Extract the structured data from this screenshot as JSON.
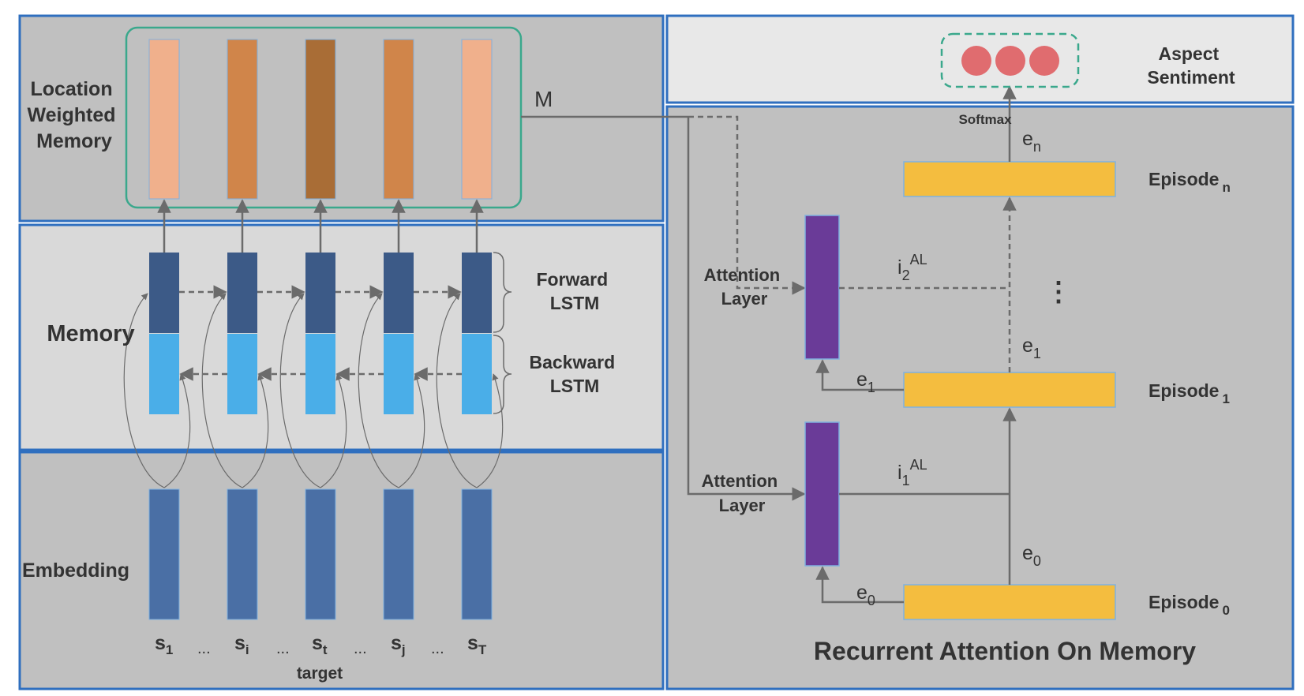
{
  "colors": {
    "panel_dark": "#c0c0c0",
    "panel_light": "#d9d9d9",
    "panel_top_right": "#e8e8e8",
    "panel_border": "#2f6fbf",
    "memory_bar_light": "#f0b08c",
    "memory_bar_mid": "#d0854a",
    "memory_bar_dark": "#a96d36",
    "forward_lstm": "#3c5a87",
    "backward_lstm": "#4aaee8",
    "embedding": "#4a6fa5",
    "attention_layer": "#6a3b98",
    "episode": "#f4bd3f",
    "sentiment_dot": "#e06c6f",
    "group_outline": "#3aa88c"
  },
  "left": {
    "location_weighted_memory": [
      "Location",
      "Weighted",
      "Memory"
    ],
    "m_label": "M",
    "memory_label": "Memory",
    "forward_lstm": [
      "Forward",
      "LSTM"
    ],
    "backward_lstm": [
      "Backward",
      "LSTM"
    ],
    "embedding_label": "Embedding",
    "inputs": [
      "s1",
      "si",
      "st",
      "sj",
      "sT"
    ],
    "input_subscripts": [
      "1",
      "i",
      "t",
      "j",
      "T"
    ],
    "ellipsis": "...",
    "target_label": "target"
  },
  "right": {
    "aspect_sentiment": [
      "Aspect",
      "Sentiment"
    ],
    "softmax": "Softmax",
    "attention_layer": [
      "Attention",
      "Layer"
    ],
    "episodes": [
      {
        "base": "Episode",
        "sub": "n"
      },
      {
        "base": "Episode",
        "sub": "1"
      },
      {
        "base": "Episode",
        "sub": "0"
      }
    ],
    "e_base": "e",
    "e_subs": [
      "n",
      "1",
      "0"
    ],
    "i_base": "i",
    "i_subs": [
      "2",
      "1"
    ],
    "i_sup": "AL",
    "vdots": "⋮",
    "title": "Recurrent Attention On Memory"
  }
}
